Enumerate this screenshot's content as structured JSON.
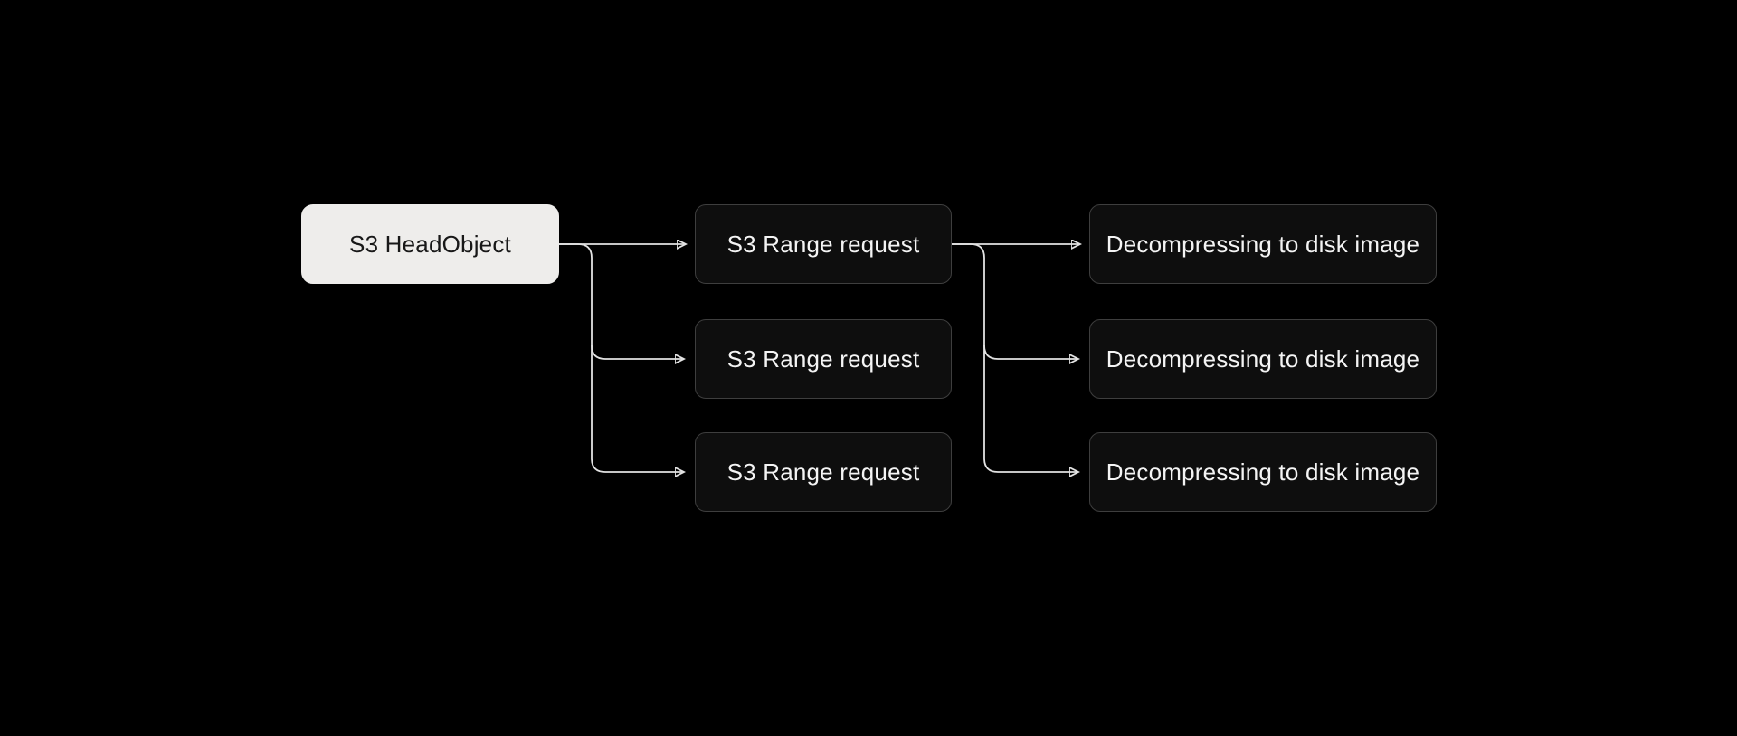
{
  "diagram": {
    "source": {
      "label": "S3 HeadObject"
    },
    "requests": [
      {
        "label": "S3 Range request"
      },
      {
        "label": "S3 Range request"
      },
      {
        "label": "S3 Range request"
      }
    ],
    "outputs": [
      {
        "label": "Decompressing to disk image"
      },
      {
        "label": "Decompressing to disk image"
      },
      {
        "label": "Decompressing to disk image"
      }
    ]
  },
  "colors": {
    "background": "#000000",
    "source_fill": "#eeedeb",
    "source_text": "#181818",
    "node_fill": "#0e0e0e",
    "node_border": "#3e3e3e",
    "node_text": "#f4f4f4",
    "connector": "#e2e2e2",
    "arrowhead": "#f0f0f0"
  }
}
